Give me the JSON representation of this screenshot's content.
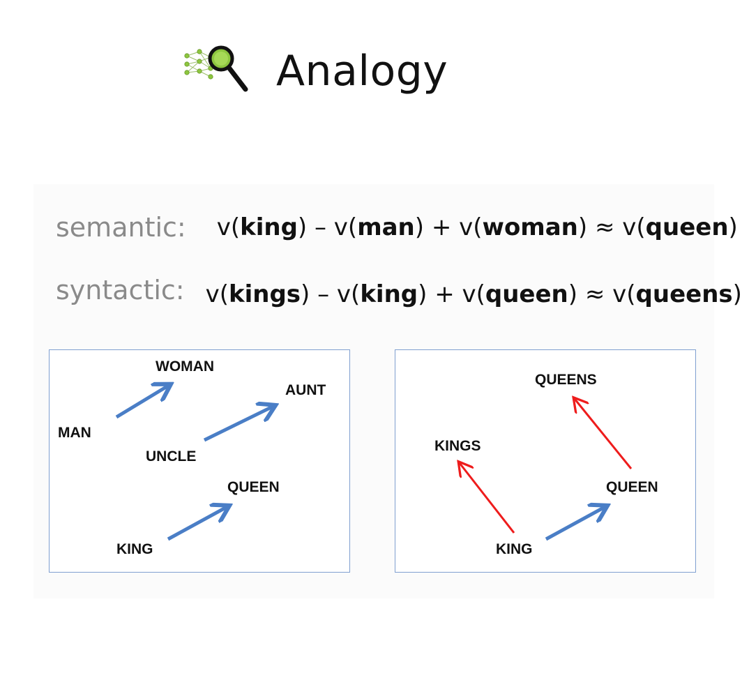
{
  "header": {
    "title": "Analogy",
    "logo_icon": "neural-network-magnifier-icon"
  },
  "equations": {
    "semantic": {
      "label": "semantic:",
      "parts": [
        "v(",
        "king",
        ") – v(",
        "man",
        ") + v(",
        "woman",
        ") ≈ v(",
        "queen",
        ")"
      ]
    },
    "syntactic": {
      "label": "syntactic:",
      "parts": [
        "v(",
        "kings",
        ") – v(",
        "king",
        ") + v(",
        "queen",
        ") ≈ v(",
        "queens",
        ")"
      ]
    }
  },
  "diagrams": {
    "semantic": {
      "words": [
        "WOMAN",
        "AUNT",
        "MAN",
        "UNCLE",
        "QUEEN",
        "KING"
      ],
      "arrow_color": "#4a7ec6"
    },
    "syntactic": {
      "words": [
        "QUEENS",
        "KINGS",
        "QUEEN",
        "KING"
      ],
      "arrow_colors": {
        "blue": "#4a7ec6",
        "red": "#ee1c1c"
      }
    }
  },
  "colors": {
    "box_border": "#7f9fd0",
    "label_gray": "#8a8a8a",
    "logo_green": "#8dc63f"
  }
}
